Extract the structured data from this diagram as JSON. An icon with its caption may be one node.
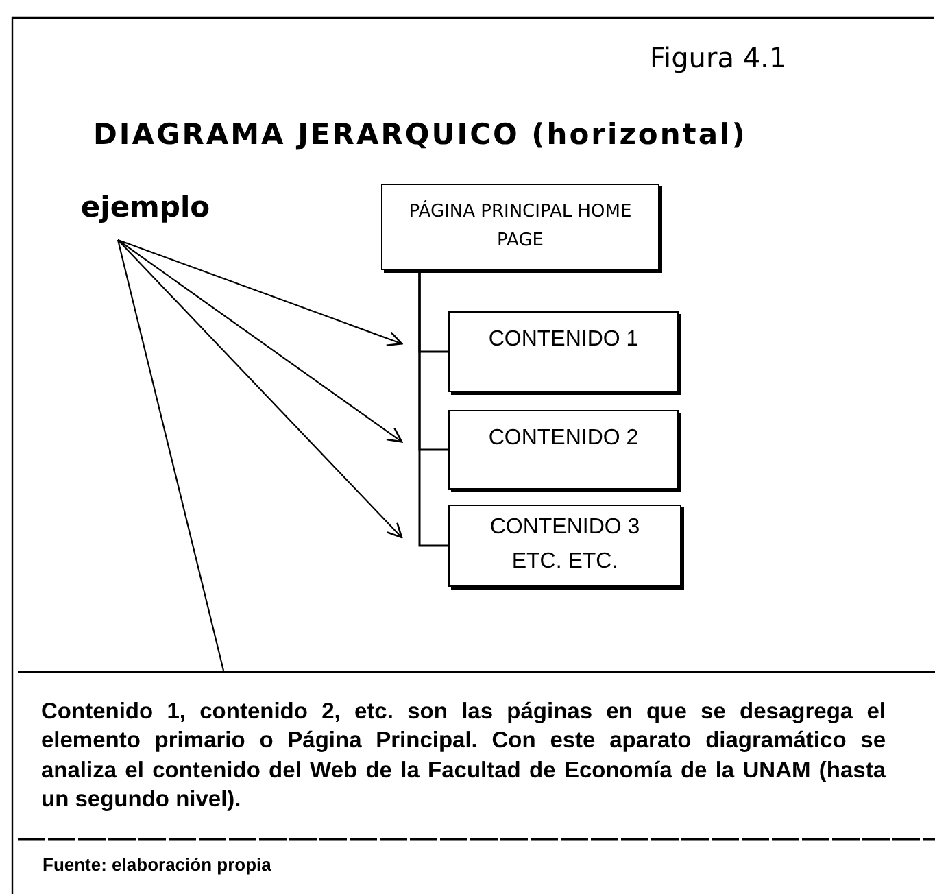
{
  "diagram": {
    "title": "DIAGRAMA JERARQUICO (horizontal)",
    "caption": "Fuente: elaboración propia",
    "nodes": [
      {
        "text": [
          "ejemplo"
        ]
      },
      {
        "text": [
          "PÁGINA PRINCIPAL HOME PAGE"
        ]
      },
      {
        "text": [
          "CONTENIDO 1"
        ]
      },
      {
        "text": [
          "CONTENIDO 2"
        ]
      },
      {
        "text": [
          "CONTENIDO 3 ETC. ETC."
        ]
      },
      {
        "text": [
          "Contenido 1, contenido 2, etc. son las páginas en que se desagrega el elemento primario o Página Principal. Con este aparato diagramático se analiza el contenido del Web de la Facultad de Economía de la UNAM (hasta un segundo nivel)."
        ]
      }
    ],
    "edges": [
      {
        "from": 1,
        "to": 2,
        "arrow": "none"
      },
      {
        "from": 1,
        "to": 3,
        "arrow": "none"
      },
      {
        "from": 1,
        "to": 4,
        "arrow": "none"
      },
      {
        "from": 0,
        "to": 2,
        "arrow": "to"
      },
      {
        "from": 0,
        "to": 3,
        "arrow": "to"
      },
      {
        "from": 0,
        "to": 4,
        "arrow": "to"
      },
      {
        "from": 0,
        "to": 5,
        "arrow": "none"
      }
    ],
    "labels": [
      "Figura 4.1"
    ]
  }
}
